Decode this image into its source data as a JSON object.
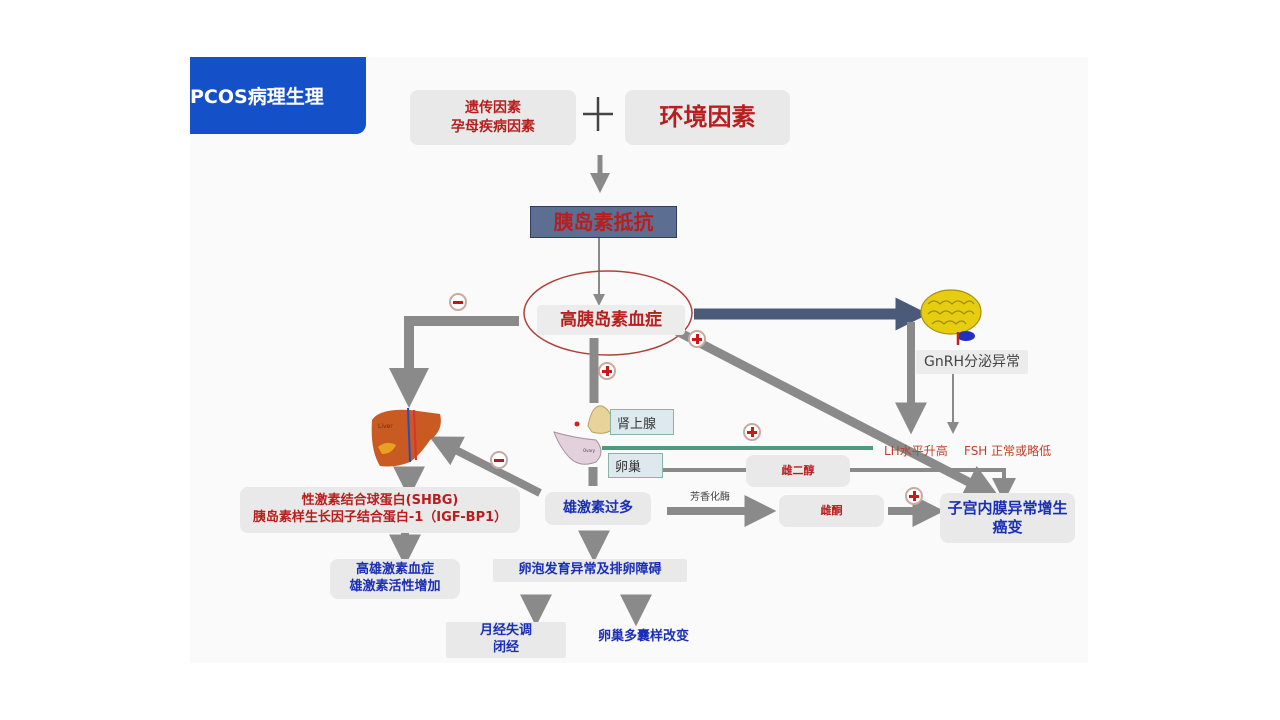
{
  "slide": {
    "title": "PCOS病理生理",
    "colors": {
      "title_bg": "#1450c8",
      "red_text": "#b81e1e",
      "blue_text": "#1a2fb4",
      "arrow_gray": "#8a8a8a",
      "arrow_navy": "#4a5a78",
      "green_line": "#4e9a80"
    }
  },
  "nodes": {
    "genetic": {
      "line1": "遗传因素",
      "line2": "孕母疾病因素"
    },
    "plus_sign": "+",
    "environment": "环境因素",
    "insulin_resistance": "胰岛素抵抗",
    "hyperinsulinemia": "高胰岛素血症",
    "gnrh": "GnRH分泌异常",
    "lh": "LH水平升高",
    "fsh": "FSH 正常或略低",
    "adrenal": "肾上腺",
    "ovary": "卵巢",
    "estradiol": "雌二醇",
    "estrone": "雌酮",
    "aromatase": "芳香化酶",
    "endometrium": {
      "line1": "子宫内膜异常增生",
      "line2": "癌变"
    },
    "shbg": {
      "line1": "性激素结合球蛋白(SHBG)",
      "line2": "胰岛素样生长因子结合蛋白-1（IGF-BP1）"
    },
    "androgen_excess": "雄激素过多",
    "hyperandrogenemia": {
      "line1": "高雄激素血症",
      "line2": "雄激素活性增加"
    },
    "follicle": "卵泡发育异常及排卵障碍",
    "menstrual": {
      "line1": "月经失调",
      "line2": "闭经"
    },
    "pco": "卵巢多囊样改变"
  },
  "images": {
    "liver": {
      "icon": "liver-icon",
      "caption": "Liver"
    },
    "brain": {
      "icon": "brain-icon"
    },
    "adrenal_ovary": {
      "icon": "adrenal-ovary-icon",
      "adrenal_caption": "Adrenal glands",
      "ovary_caption": "Ovary"
    }
  },
  "effects": {
    "hyperinsulinemia_to_liver": "minus",
    "hyperinsulinemia_to_adrenal_ovary": "plus",
    "hyperinsulinemia_to_endometrium": "plus",
    "lh_to_ovary": "plus",
    "androgen_to_liver": "minus",
    "estrone_to_endometrium": "plus"
  }
}
